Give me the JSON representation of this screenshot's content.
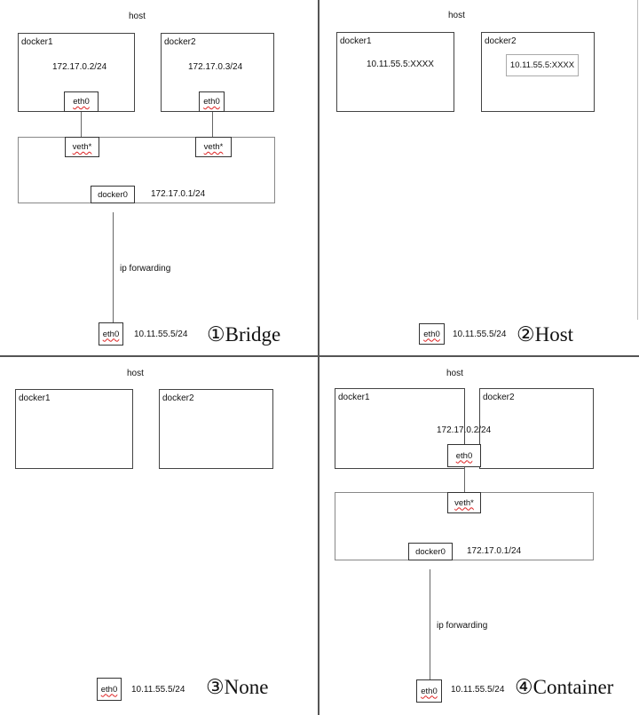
{
  "panels": {
    "bridge": {
      "caption": "①Bridge",
      "host_label": "host",
      "docker1": {
        "name": "docker1",
        "ip": "172.17.0.2/24",
        "iface": "eth0"
      },
      "docker2": {
        "name": "docker2",
        "ip": "172.17.0.3/24",
        "iface": "eth0"
      },
      "bridge": {
        "veth_left": "veth*",
        "veth_right": "veth*",
        "docker0": "docker0",
        "docker0_ip": "172.17.0.1/24"
      },
      "forwarding_label": "ip forwarding",
      "host_iface": "eth0",
      "host_ip": "10.11.55.5/24"
    },
    "host": {
      "caption": "②Host",
      "host_label": "host",
      "docker1": {
        "name": "docker1",
        "addr": "10.11.55.5:XXXX"
      },
      "docker2": {
        "name": "docker2",
        "addr": "10.11.55.5:XXXX"
      },
      "host_iface": "eth0",
      "host_ip": "10.11.55.5/24"
    },
    "none": {
      "caption": "③None",
      "host_label": "host",
      "docker1": {
        "name": "docker1"
      },
      "docker2": {
        "name": "docker2"
      },
      "host_iface": "eth0",
      "host_ip": "10.11.55.5/24"
    },
    "container": {
      "caption": "④Container",
      "host_label": "host",
      "docker1": {
        "name": "docker1"
      },
      "docker2": {
        "name": "docker2"
      },
      "shared_ip": "172.17.0.2/24",
      "shared_iface": "eth0",
      "bridge": {
        "veth": "veth*",
        "docker0": "docker0",
        "docker0_ip": "172.17.0.1/24"
      },
      "forwarding_label": "ip forwarding",
      "host_iface": "eth0",
      "host_ip": "10.11.55.5/24"
    }
  }
}
